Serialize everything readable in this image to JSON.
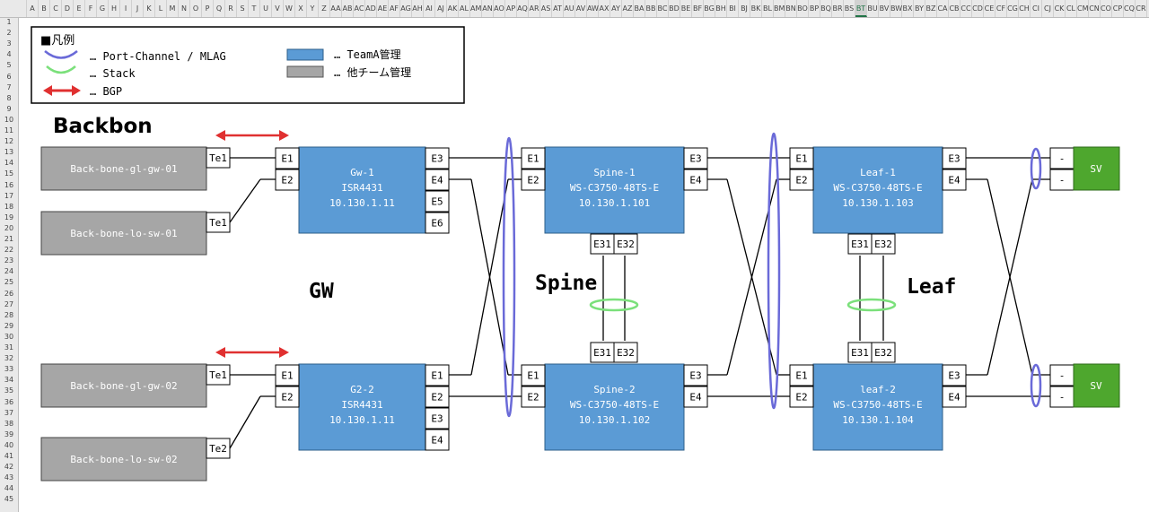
{
  "sheet": {
    "columns": [
      "A",
      "B",
      "C",
      "D",
      "E",
      "F",
      "G",
      "H",
      "I",
      "J",
      "K",
      "L",
      "M",
      "N",
      "O",
      "P",
      "Q",
      "R",
      "S",
      "T",
      "U",
      "V",
      "W",
      "X",
      "Y",
      "Z",
      "AA",
      "AB",
      "AC",
      "AD",
      "AE",
      "AF",
      "AG",
      "AH",
      "AI",
      "AJ",
      "AK",
      "AL",
      "AM",
      "AN",
      "AO",
      "AP",
      "AQ",
      "AR",
      "AS",
      "AT",
      "AU",
      "AV",
      "AW",
      "AX",
      "AY",
      "AZ",
      "BA",
      "BB",
      "BC",
      "BD",
      "BE",
      "BF",
      "BG",
      "BH",
      "BI",
      "BJ",
      "BK",
      "BL",
      "BM",
      "BN",
      "BO",
      "BP",
      "BQ",
      "BR",
      "BS",
      "BT",
      "BU",
      "BV",
      "BW",
      "BX",
      "BY",
      "BZ",
      "CA",
      "CB",
      "CC",
      "CD",
      "CE",
      "CF",
      "CG",
      "CH",
      "CI",
      "CJ",
      "CK",
      "CL",
      "CM",
      "CN",
      "CO",
      "CP",
      "CQ",
      "CR"
    ],
    "selected_column": "BT",
    "row_count": 45
  },
  "legend": {
    "title": "■凡例",
    "items": [
      {
        "label": "… Port-Channel / MLAG",
        "kind": "pc",
        "color": "#6a6ad8"
      },
      {
        "label": "… Stack",
        "kind": "stack",
        "color": "#7be07b"
      },
      {
        "label": "… BGP",
        "kind": "bgp",
        "color": "#e03030"
      },
      {
        "label": "… TeamA管理",
        "kind": "team",
        "color": "#5b9bd5"
      },
      {
        "label": "… 他チーム管理",
        "kind": "other",
        "color": "#a6a6a6"
      }
    ]
  },
  "sections": {
    "backbone": "Backbon",
    "gw": "GW",
    "spine": "Spine",
    "leaf": "Leaf"
  },
  "colors": {
    "teama": "#5b9bd5",
    "other": "#a6a6a6",
    "server": "#4ea72e",
    "pc": "#6a6ad8",
    "stack": "#7be07b",
    "bgp": "#e03030"
  },
  "backbone_devices": [
    {
      "name": "Back-bone-gl-gw-01",
      "port": "Te1"
    },
    {
      "name": "Back-bone-lo-sw-01",
      "port": "Te1"
    },
    {
      "name": "Back-bone-gl-gw-02",
      "port": "Te1"
    },
    {
      "name": "Back-bone-lo-sw-02",
      "port": "Te2"
    }
  ],
  "gw_devices": [
    {
      "lines": [
        "Gw-1",
        "ISR4431",
        "10.130.1.11"
      ],
      "left_ports": [
        "E1",
        "E2"
      ],
      "right_ports": [
        "E3",
        "E4",
        "E5",
        "E6"
      ]
    },
    {
      "lines": [
        "G2-2",
        "ISR4431",
        "10.130.1.11"
      ],
      "left_ports": [
        "E1",
        "E2"
      ],
      "right_ports": [
        "E1",
        "E2",
        "E3",
        "E4"
      ]
    }
  ],
  "spine_devices": [
    {
      "lines": [
        "Spine-1",
        "WS-C3750-48TS-E",
        "10.130.1.101"
      ],
      "left_ports": [
        "E1",
        "E2"
      ],
      "right_ports": [
        "E3",
        "E4"
      ],
      "stack_ports": [
        "E31",
        "E32"
      ]
    },
    {
      "lines": [
        "Spine-2",
        "WS-C3750-48TS-E",
        "10.130.1.102"
      ],
      "left_ports": [
        "E1",
        "E2"
      ],
      "right_ports": [
        "E3",
        "E4"
      ],
      "stack_ports": [
        "E31",
        "E32"
      ]
    }
  ],
  "leaf_devices": [
    {
      "lines": [
        "Leaf-1",
        "WS-C3750-48TS-E",
        "10.130.1.103"
      ],
      "left_ports": [
        "E1",
        "E2"
      ],
      "right_ports": [
        "E3",
        "E4"
      ],
      "stack_ports": [
        "E31",
        "E32"
      ]
    },
    {
      "lines": [
        "leaf-2",
        "WS-C3750-48TS-E",
        "10.130.1.104"
      ],
      "left_ports": [
        "E1",
        "E2"
      ],
      "right_ports": [
        "E3",
        "E4"
      ],
      "stack_ports": [
        "E31",
        "E32"
      ]
    }
  ],
  "servers": [
    {
      "name": "SV",
      "ports": [
        "-",
        "-"
      ]
    },
    {
      "name": "SV",
      "ports": [
        "-",
        "-"
      ]
    }
  ]
}
